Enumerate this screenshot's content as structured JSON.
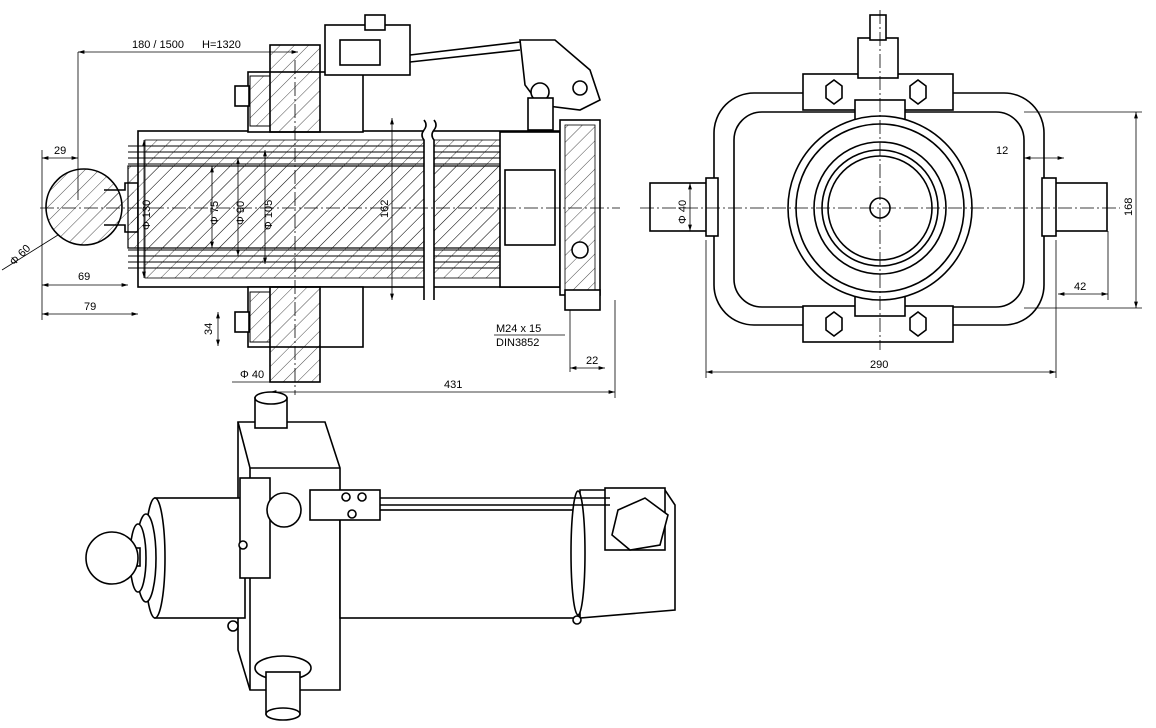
{
  "colors": {
    "ink": "#000000",
    "paper": "#ffffff"
  },
  "dimensions": {
    "stroke_and_height": "180 / 1500",
    "height_label": "H=1320",
    "ball_offset": "29",
    "ball_diameter": "Φ 60",
    "ball_to_head": "69",
    "ball_to_body": "79",
    "dia_130": "Φ 130",
    "dia_75": "Φ 75",
    "dia_90": "Φ 90",
    "dia_105": "Φ 105",
    "dim_162": "162",
    "trunnion_offset": "34",
    "trunnion_dia": "Φ 40",
    "length_431": "431",
    "port_thread": "M24 x 15",
    "port_standard": "DIN3852",
    "port_offset": "22",
    "end_trunnion_dia": "Φ 40",
    "wall_12": "12",
    "height_168": "168",
    "offset_42": "42",
    "width_290": "290"
  }
}
